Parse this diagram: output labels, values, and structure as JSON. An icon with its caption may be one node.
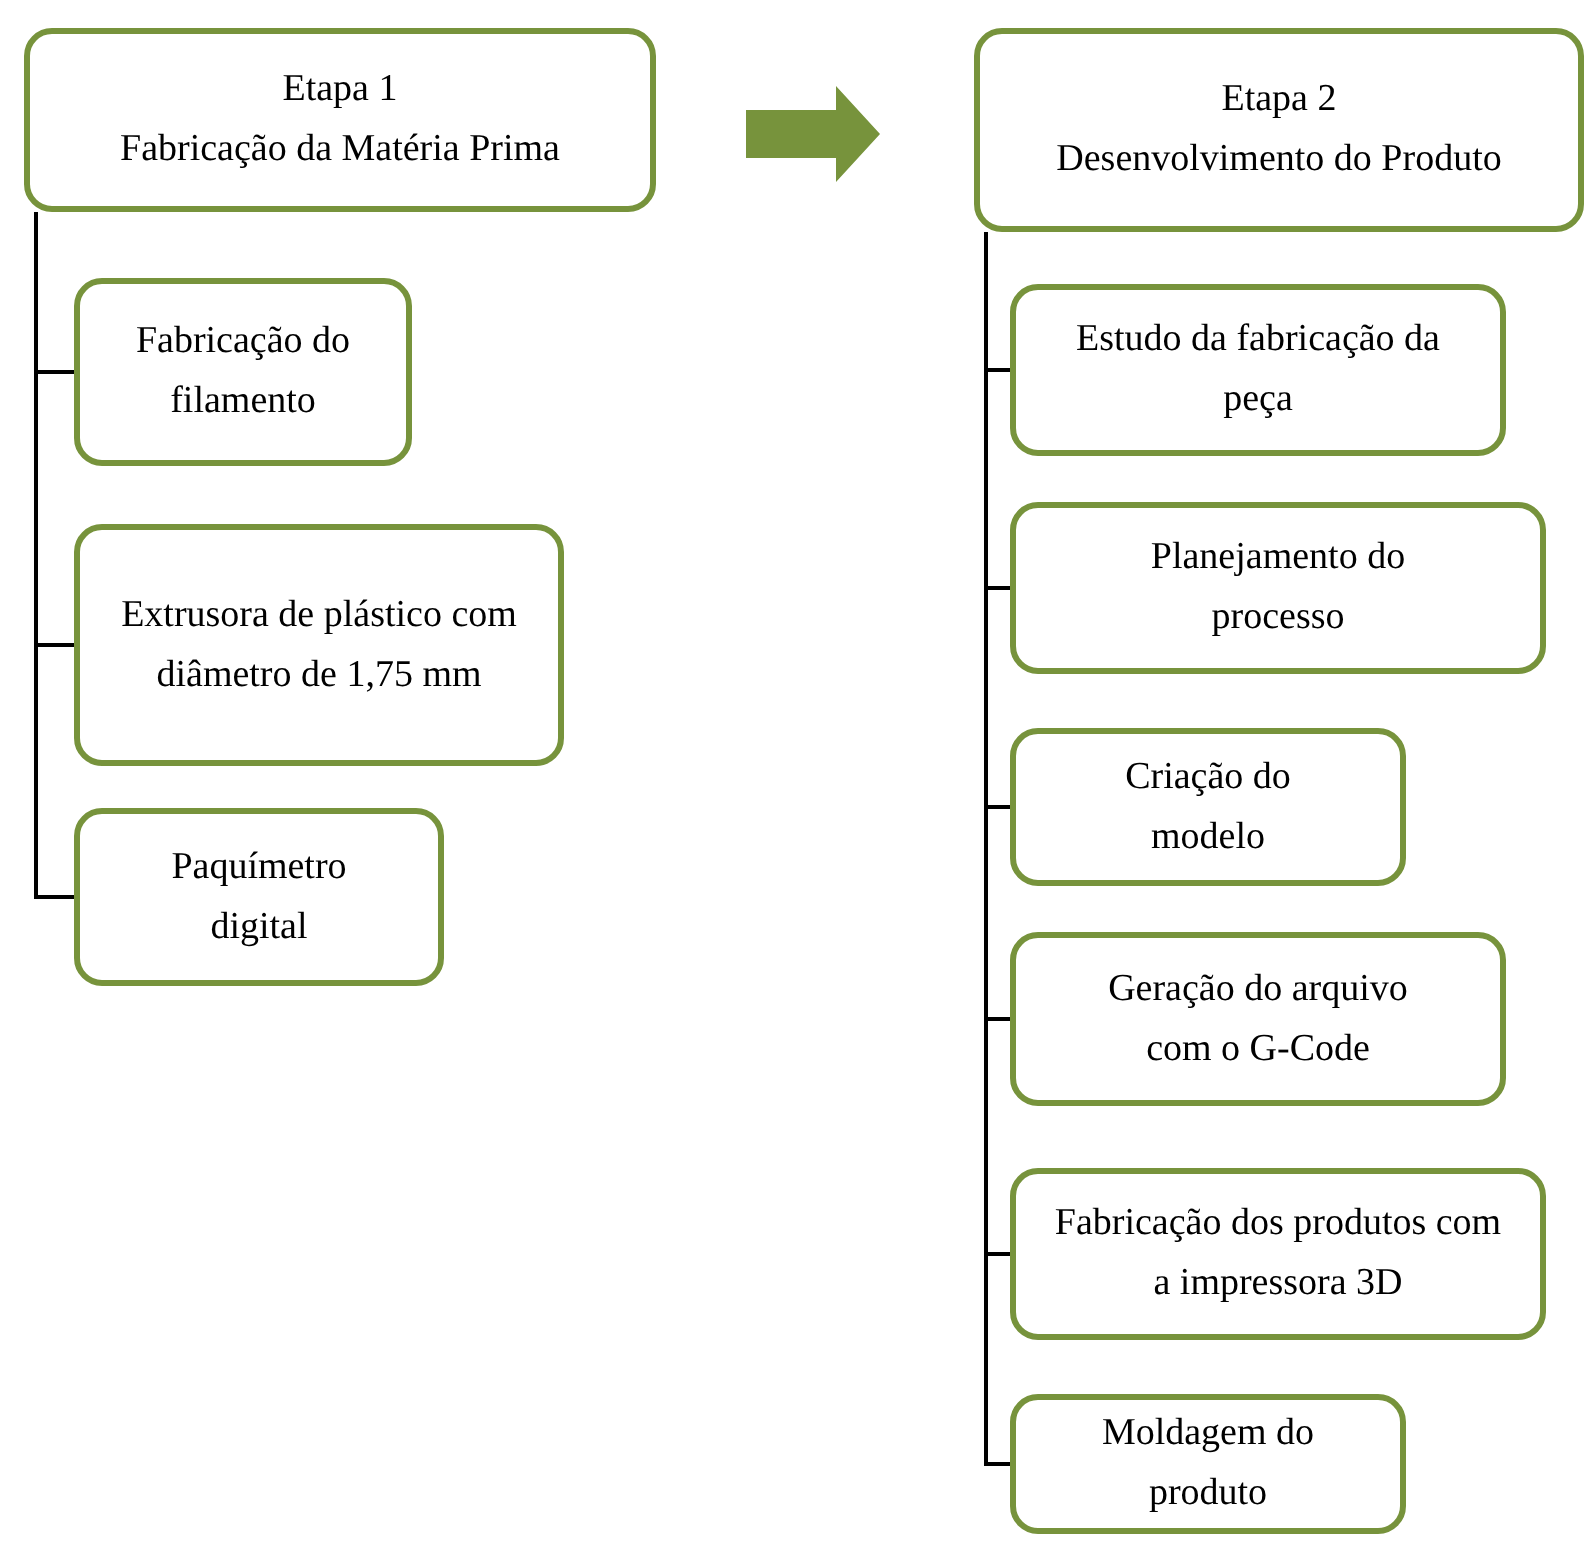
{
  "diagram": {
    "nodes": [
      {
        "text": [
          "Etapa 1",
          "Fabricação da Matéria Prima"
        ]
      },
      {
        "text": [
          "Fabricação do filamento"
        ]
      },
      {
        "text": [
          "Extrusora de plástico com diâmetro de 1,75 mm"
        ]
      },
      {
        "text": [
          "Paquímetro digital"
        ]
      },
      {
        "text": [
          "Etapa 2",
          "Desenvolvimento do Produto"
        ]
      },
      {
        "text": [
          "Estudo da fabricação da peça"
        ]
      },
      {
        "text": [
          "Planejamento do processo"
        ]
      },
      {
        "text": [
          "Criação do modelo"
        ]
      },
      {
        "text": [
          "Geração do arquivo com o G-Code"
        ]
      },
      {
        "text": [
          "Fabricação dos produtos com a impressora 3D"
        ]
      },
      {
        "text": [
          "Moldagem do produto"
        ]
      }
    ],
    "edges": [
      {
        "from": 0,
        "to": 4,
        "arrow": "to",
        "style": "thick",
        "color": "#77933c"
      },
      {
        "from": 0,
        "to": 1,
        "arrow": "none"
      },
      {
        "from": 0,
        "to": 2,
        "arrow": "none"
      },
      {
        "from": 0,
        "to": 3,
        "arrow": "none"
      },
      {
        "from": 4,
        "to": 5,
        "arrow": "none"
      },
      {
        "from": 4,
        "to": 6,
        "arrow": "none"
      },
      {
        "from": 4,
        "to": 7,
        "arrow": "none"
      },
      {
        "from": 4,
        "to": 8,
        "arrow": "none"
      },
      {
        "from": 4,
        "to": 9,
        "arrow": "none"
      },
      {
        "from": 4,
        "to": 10,
        "arrow": "none"
      }
    ]
  }
}
